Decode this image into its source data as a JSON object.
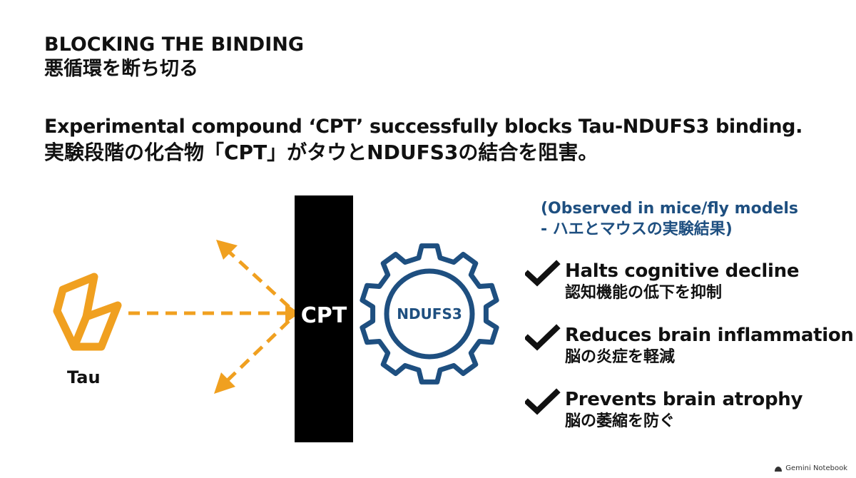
{
  "title": {
    "en": "BLOCKING THE BINDING",
    "jp": "悪循環を断ち切る"
  },
  "subtitle": {
    "en": "Experimental compound ‘CPT’ successfully blocks Tau-NDUFS3 binding.",
    "jp": "実験段階の化合物「CPT」がタウとNDUFS3の結合を阻害。"
  },
  "diagram": {
    "tau_label": "Tau",
    "cpt_label": "CPT",
    "gear_label": "NDUFS3",
    "icons": [
      "tau-protein-icon",
      "blocker-bar",
      "gear-icon",
      "deflected-arrows"
    ]
  },
  "observed": {
    "line1": "(Observed in mice/fly models",
    "line2": "- ハエとマウスの実験結果)"
  },
  "benefits": [
    {
      "en": "Halts cognitive decline",
      "jp": "認知機能の低下を抑制",
      "icon": "check-icon"
    },
    {
      "en": "Reduces brain inflammation",
      "jp": "脳の炎症を軽減",
      "icon": "check-icon"
    },
    {
      "en": "Prevents brain atrophy",
      "jp": "脳の萎縮を防ぐ",
      "icon": "check-icon"
    }
  ],
  "footer": {
    "brand": "Gemini Notebook"
  },
  "colors": {
    "tau_orange": "#f0a020",
    "gear_blue": "#1e4f80",
    "blocker": "#000000",
    "text": "#111111"
  }
}
